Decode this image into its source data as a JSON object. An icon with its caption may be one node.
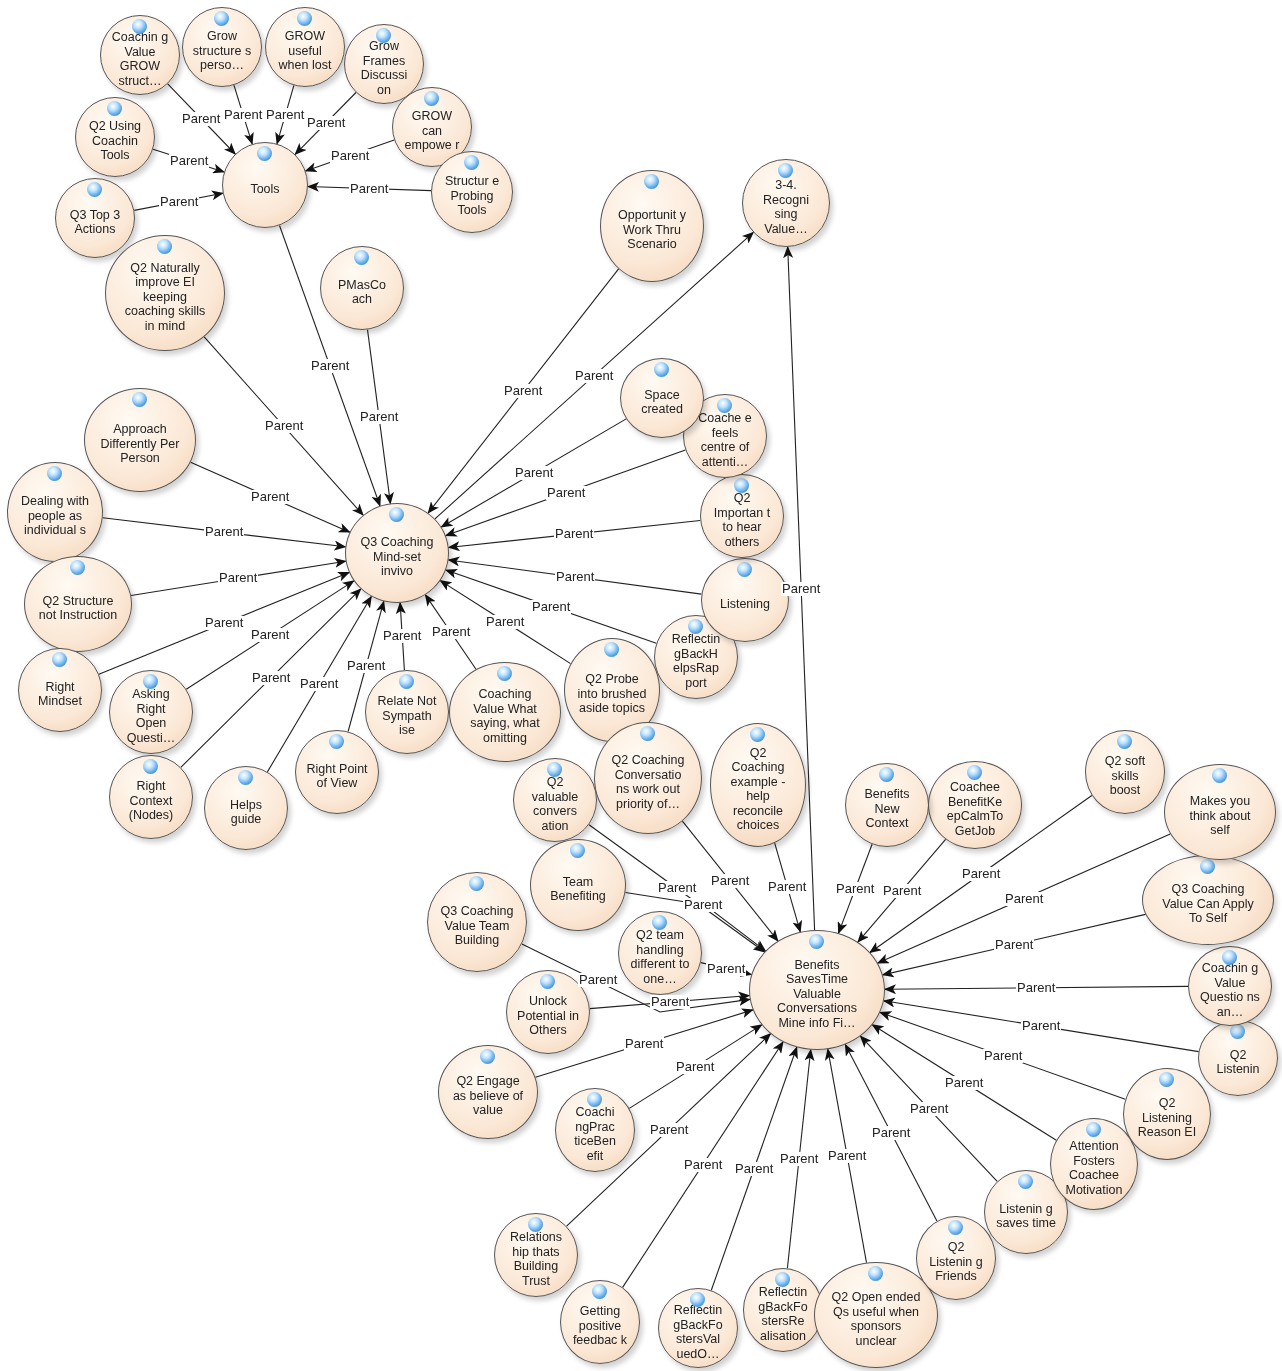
{
  "diagram": {
    "nodes": [
      {
        "text": [
          "Tools"
        ]
      },
      {
        "text": [
          "Coachin g Value GROW struct…"
        ]
      },
      {
        "text": [
          "Grow structure s perso…"
        ]
      },
      {
        "text": [
          "GROW useful when lost"
        ]
      },
      {
        "text": [
          "Grow Frames Discussi on"
        ]
      },
      {
        "text": [
          "GROW can empowe r"
        ]
      },
      {
        "text": [
          "Structur e Probing Tools"
        ]
      },
      {
        "text": [
          "Q2 Using Coachin Tools"
        ]
      },
      {
        "text": [
          "Q3 Top 3 Actions"
        ]
      },
      {
        "text": [
          "Q3 Coaching Mind-set invivo"
        ]
      },
      {
        "text": [
          "Q2 Naturally improve EI keeping coaching skills in mind"
        ]
      },
      {
        "text": [
          "PMasCo ach"
        ]
      },
      {
        "text": [
          "Approach Differently Per Person"
        ]
      },
      {
        "text": [
          "Dealing with people as individual s"
        ]
      },
      {
        "text": [
          "Q2 Structure not Instruction"
        ]
      },
      {
        "text": [
          "Right Mindset"
        ]
      },
      {
        "text": [
          "Asking Right Open Questi…"
        ]
      },
      {
        "text": [
          "Right Context (Nodes)"
        ]
      },
      {
        "text": [
          "Helps guide"
        ]
      },
      {
        "text": [
          "Right Point of View"
        ]
      },
      {
        "text": [
          "Relate Not Sympath ise"
        ]
      },
      {
        "text": [
          "Coaching Value What saying, what omitting"
        ]
      },
      {
        "text": [
          "Q2 Probe into brushed aside topics"
        ]
      },
      {
        "text": [
          "Reflectin gBackH elpsRap port"
        ]
      },
      {
        "text": [
          "Listening"
        ]
      },
      {
        "text": [
          "Q2 Importan t to hear others"
        ]
      },
      {
        "text": [
          "Coache e feels centre of attenti…"
        ]
      },
      {
        "text": [
          "Space created"
        ]
      },
      {
        "text": [
          "Opportunit y Work Thru Scenario"
        ]
      },
      {
        "text": [
          "3-4. Recogni sing Value…"
        ]
      },
      {
        "text": [
          "Benefits SavesTime Valuable Conversations Mine info Fi…"
        ]
      },
      {
        "text": [
          "Q2 valuable convers ation"
        ]
      },
      {
        "text": [
          "Q2 Coaching Conversatio ns work out priority of…"
        ]
      },
      {
        "text": [
          "Q2 Coaching example - help reconcile choices"
        ]
      },
      {
        "text": [
          "Team Benefiting"
        ]
      },
      {
        "text": [
          "Q3 Coaching Value Team Building"
        ]
      },
      {
        "text": [
          "Q2 team handling different to one…"
        ]
      },
      {
        "text": [
          "Unlock Potential in Others"
        ]
      },
      {
        "text": [
          "Q2 Engage as believe of value"
        ]
      },
      {
        "text": [
          "Coachi ngPrac ticeBen efit"
        ]
      },
      {
        "text": [
          "Relations hip thats Building Trust"
        ]
      },
      {
        "text": [
          "Getting positive feedbac k"
        ]
      },
      {
        "text": [
          "Reflectin gBackFo stersVal uedO…"
        ]
      },
      {
        "text": [
          "Reflectin gBackFo stersRe alisation"
        ]
      },
      {
        "text": [
          "Q2 Open ended Qs useful when sponsors unclear"
        ]
      },
      {
        "text": [
          "Q2 Listenin g Friends"
        ]
      },
      {
        "text": [
          "Listenin g saves time"
        ]
      },
      {
        "text": [
          "Attention Fosters Coachee Motivation"
        ]
      },
      {
        "text": [
          "Q2 Listening Reason EI"
        ]
      },
      {
        "text": [
          "Q2 Listenin"
        ]
      },
      {
        "text": [
          "Coachin g Value Questio ns an…"
        ]
      },
      {
        "text": [
          "Q3 Coaching Value Can Apply To Self"
        ]
      },
      {
        "text": [
          "Makes you think about self"
        ]
      },
      {
        "text": [
          "Q2 soft skills boost"
        ]
      },
      {
        "text": [
          "Coachee BenefitKe epCalmTo GetJob"
        ]
      },
      {
        "text": [
          "Benefits New Context"
        ]
      }
    ],
    "edges": [
      {
        "from": 1,
        "to": 0,
        "label": "Parent",
        "arrow": "to"
      },
      {
        "from": 2,
        "to": 0,
        "label": "Parent",
        "arrow": "to"
      },
      {
        "from": 3,
        "to": 0,
        "label": "Parent",
        "arrow": "to"
      },
      {
        "from": 4,
        "to": 0,
        "label": "Parent",
        "arrow": "to"
      },
      {
        "from": 5,
        "to": 0,
        "label": "Parent",
        "arrow": "to"
      },
      {
        "from": 6,
        "to": 0,
        "label": "Parent",
        "arrow": "to"
      },
      {
        "from": 7,
        "to": 0,
        "label": "Parent",
        "arrow": "to"
      },
      {
        "from": 8,
        "to": 0,
        "label": "Parent",
        "arrow": "to"
      },
      {
        "from": 0,
        "to": 9,
        "label": "Parent",
        "arrow": "to"
      },
      {
        "from": 10,
        "to": 9,
        "label": "Parent",
        "arrow": "to"
      },
      {
        "from": 11,
        "to": 9,
        "label": "Parent",
        "arrow": "to"
      },
      {
        "from": 12,
        "to": 9,
        "label": "Parent",
        "arrow": "to"
      },
      {
        "from": 13,
        "to": 9,
        "label": "Parent",
        "arrow": "to"
      },
      {
        "from": 14,
        "to": 9,
        "label": "Parent",
        "arrow": "to"
      },
      {
        "from": 15,
        "to": 9,
        "label": "Parent",
        "arrow": "to"
      },
      {
        "from": 16,
        "to": 9,
        "label": "Parent",
        "arrow": "to"
      },
      {
        "from": 17,
        "to": 9,
        "label": "Parent",
        "arrow": "to"
      },
      {
        "from": 18,
        "to": 9,
        "label": "Parent",
        "arrow": "to"
      },
      {
        "from": 19,
        "to": 9,
        "label": "Parent",
        "arrow": "to"
      },
      {
        "from": 20,
        "to": 9,
        "label": "Parent",
        "arrow": "to"
      },
      {
        "from": 21,
        "to": 9,
        "label": "Parent",
        "arrow": "to"
      },
      {
        "from": 22,
        "to": 9,
        "label": "Parent",
        "arrow": "to"
      },
      {
        "from": 23,
        "to": 9,
        "label": "Parent",
        "arrow": "to"
      },
      {
        "from": 24,
        "to": 9,
        "label": "Parent",
        "arrow": "to"
      },
      {
        "from": 25,
        "to": 9,
        "label": "Parent",
        "arrow": "to"
      },
      {
        "from": 26,
        "to": 9,
        "label": "Parent",
        "arrow": "to"
      },
      {
        "from": 27,
        "to": 9,
        "label": "Parent",
        "arrow": "to"
      },
      {
        "from": 28,
        "to": 9,
        "label": "Parent",
        "arrow": "to"
      },
      {
        "from": 9,
        "to": 29,
        "label": "Parent",
        "arrow": "to"
      },
      {
        "from": 30,
        "to": 29,
        "label": "Parent",
        "arrow": "to"
      },
      {
        "from": 31,
        "to": 30,
        "label": "Parent",
        "arrow": "to"
      },
      {
        "from": 32,
        "to": 30,
        "label": "Parent",
        "arrow": "to"
      },
      {
        "from": 33,
        "to": 30,
        "label": "Parent",
        "arrow": "to"
      },
      {
        "from": 34,
        "to": 30,
        "label": "Parent",
        "arrow": "to"
      },
      {
        "from": 35,
        "to": 30,
        "label": "Parent",
        "arrow": "to"
      },
      {
        "from": 36,
        "to": 30,
        "label": "Parent",
        "arrow": "to"
      },
      {
        "from": 37,
        "to": 30,
        "label": "Parent",
        "arrow": "to"
      },
      {
        "from": 38,
        "to": 30,
        "label": "Parent",
        "arrow": "to"
      },
      {
        "from": 39,
        "to": 30,
        "label": "Parent",
        "arrow": "to"
      },
      {
        "from": 40,
        "to": 30,
        "label": "Parent",
        "arrow": "to"
      },
      {
        "from": 41,
        "to": 30,
        "label": "Parent",
        "arrow": "to"
      },
      {
        "from": 42,
        "to": 30,
        "label": "Parent",
        "arrow": "to"
      },
      {
        "from": 43,
        "to": 30,
        "label": "Parent",
        "arrow": "to"
      },
      {
        "from": 44,
        "to": 30,
        "label": "Parent",
        "arrow": "to"
      },
      {
        "from": 45,
        "to": 30,
        "label": "Parent",
        "arrow": "to"
      },
      {
        "from": 46,
        "to": 30,
        "label": "Parent",
        "arrow": "to"
      },
      {
        "from": 47,
        "to": 30,
        "label": "Parent",
        "arrow": "to"
      },
      {
        "from": 48,
        "to": 30,
        "label": "Parent",
        "arrow": "to"
      },
      {
        "from": 49,
        "to": 30,
        "label": "Parent",
        "arrow": "to"
      },
      {
        "from": 50,
        "to": 30,
        "label": "Parent",
        "arrow": "to"
      },
      {
        "from": 51,
        "to": 30,
        "label": "Parent",
        "arrow": "to"
      },
      {
        "from": 52,
        "to": 30,
        "label": "Parent",
        "arrow": "to"
      },
      {
        "from": 53,
        "to": 30,
        "label": "Parent",
        "arrow": "to"
      },
      {
        "from": 54,
        "to": 30,
        "label": "Parent",
        "arrow": "to"
      },
      {
        "from": 55,
        "to": 30,
        "label": "Parent",
        "arrow": "to"
      }
    ]
  }
}
